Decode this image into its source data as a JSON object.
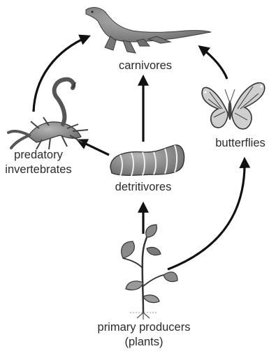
{
  "nodes": {
    "carnivores": {
      "label": "carnivores",
      "icon": "lizard-icon"
    },
    "butterflies": {
      "label": "butterflies",
      "icon": "butterfly-icon"
    },
    "detritivores": {
      "label": "detritivores",
      "icon": "millipede-icon"
    },
    "predatory_invertebrates": {
      "label_line1": "predatory",
      "label_line2": "invertebrates",
      "icon": "scorpion-icon"
    },
    "primary_producers": {
      "label_line1": "primary producers",
      "label_line2": "(plants)",
      "icon": "plant-icon"
    }
  },
  "colors": {
    "arrow": "#111111",
    "icon_fill": "#8a8a8a",
    "icon_dark": "#4a4a4a",
    "text": "#2b2b2b"
  }
}
